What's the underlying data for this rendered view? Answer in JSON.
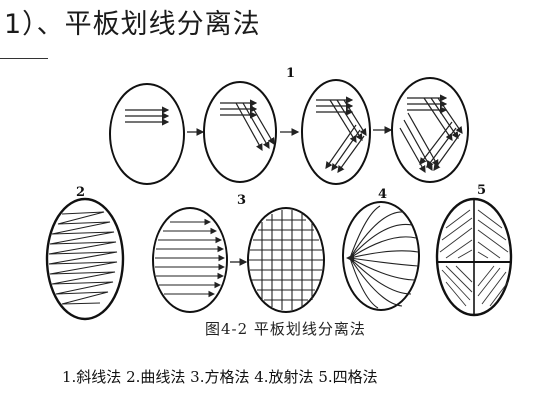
{
  "heading": "1）、平板划线分离法",
  "figure": {
    "caption": "图4-2  平板划线分离法",
    "labels": [
      "1",
      "2",
      "3",
      "4",
      "5"
    ]
  },
  "legend": "1.斜线法 2.曲线法 3.方格法 4.放射法 5.四格法"
}
